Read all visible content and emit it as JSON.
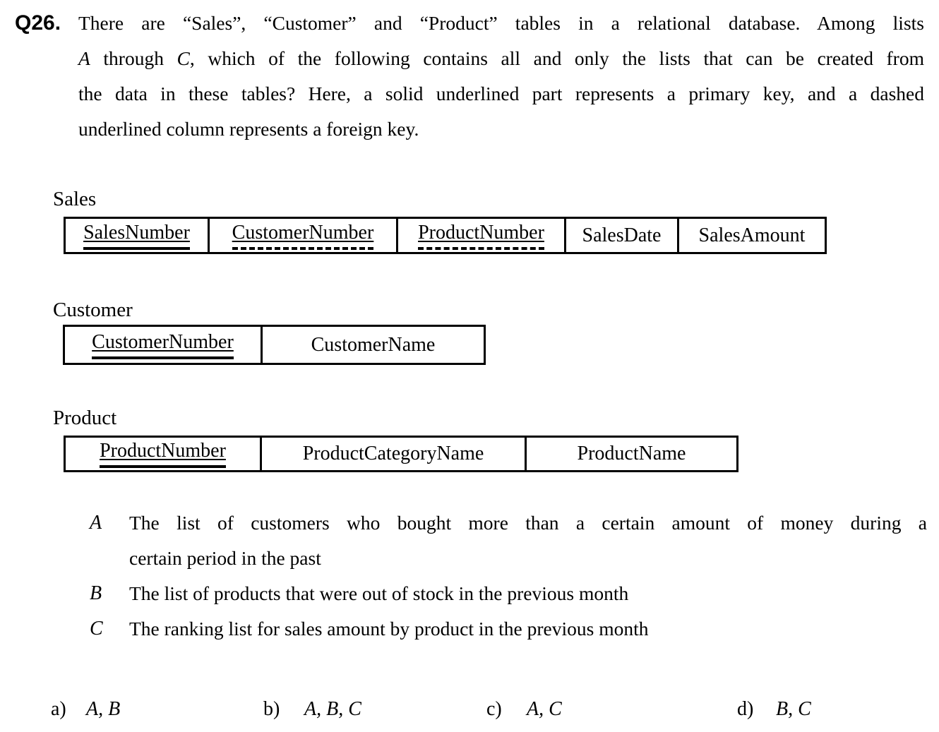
{
  "page": {
    "background": "#ffffff",
    "text_color": "#000000"
  },
  "question": {
    "number": "Q26.",
    "lines": {
      "l1": "There are “Sales”, “Customer” and “Product” tables in a relational database. Among lists",
      "l2a": "A",
      "l2b": " through ",
      "l2c": "C",
      "l2d": ", which of the following contains all and only the lists that can be created from",
      "l3": "the data in these tables? Here, a solid underlined part represents a primary key, and a dashed",
      "l4": "underlined column represents a foreign key."
    }
  },
  "tables": {
    "sales": {
      "label": "Sales",
      "columns": [
        {
          "name": "SalesNumber",
          "key": "primary"
        },
        {
          "name": "CustomerNumber",
          "key": "foreign"
        },
        {
          "name": "ProductNumber",
          "key": "foreign"
        },
        {
          "name": "SalesDate",
          "key": "none"
        },
        {
          "name": "SalesAmount",
          "key": "none"
        }
      ]
    },
    "customer": {
      "label": "Customer",
      "columns": [
        {
          "name": "CustomerNumber",
          "key": "primary"
        },
        {
          "name": "CustomerName",
          "key": "none"
        }
      ]
    },
    "product": {
      "label": "Product",
      "columns": [
        {
          "name": "ProductNumber",
          "key": "primary"
        },
        {
          "name": "ProductCategoryName",
          "key": "none"
        },
        {
          "name": "ProductName",
          "key": "none"
        }
      ]
    }
  },
  "items": [
    {
      "label": "A",
      "lines": [
        "The list of customers who bought more than a certain amount of money during a",
        "certain period in the past"
      ]
    },
    {
      "label": "B",
      "lines": [
        "The list of products that were out of stock in the previous month"
      ]
    },
    {
      "label": "C",
      "lines": [
        "The ranking list for sales amount by product in the previous month"
      ]
    }
  ],
  "options": [
    {
      "label": "a)",
      "value": "A, B"
    },
    {
      "label": "b)",
      "value": "A, B, C"
    },
    {
      "label": "c)",
      "value": "A, C"
    },
    {
      "label": "d)",
      "value": "B, C"
    }
  ]
}
